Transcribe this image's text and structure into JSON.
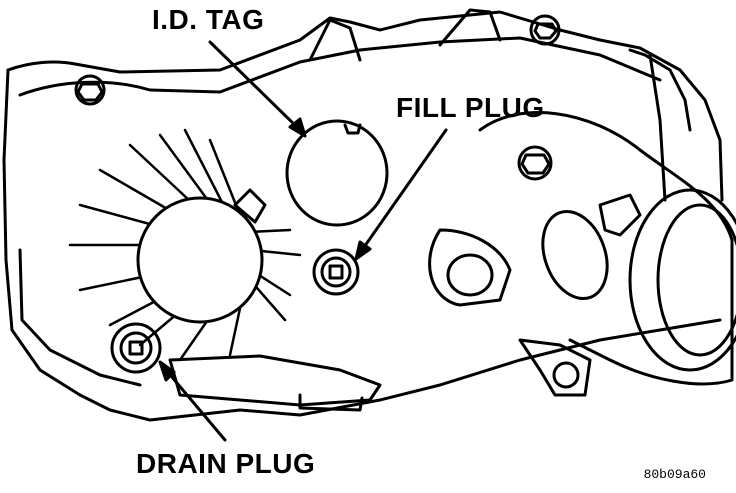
{
  "labels": {
    "id_tag": "I.D. TAG",
    "fill_plug": "FILL PLUG",
    "drain_plug": "DRAIN PLUG",
    "figure_code": "80b09a60"
  },
  "colors": {
    "ink": "#000000",
    "paper": "#ffffff"
  }
}
